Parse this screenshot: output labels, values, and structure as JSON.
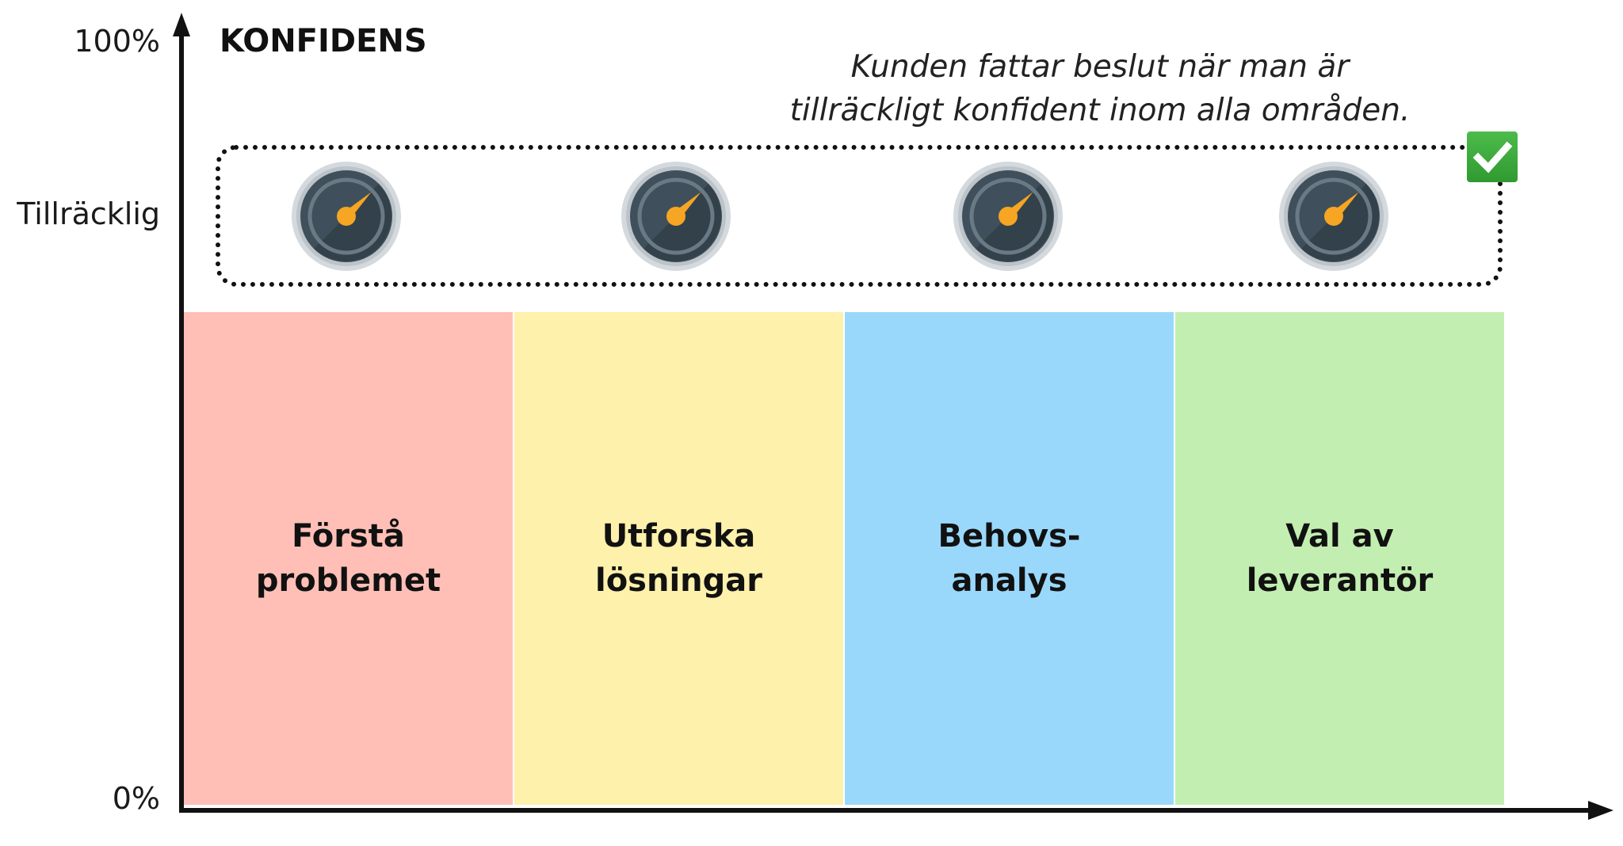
{
  "title": "KONFIDENS",
  "y_axis": {
    "top_label": "100%",
    "mid_label": "Tillräcklig",
    "bottom_label": "0%"
  },
  "note": {
    "line1": "Kunden fattar beslut när man är",
    "line2": "tillräckligt konfident inom alla områden."
  },
  "threshold_box": {
    "check_icon": "check-icon",
    "check_color": "#3DA53D"
  },
  "gauges": [
    {
      "icon": "gauge-icon",
      "level": 0.67
    },
    {
      "icon": "gauge-icon",
      "level": 0.67
    },
    {
      "icon": "gauge-icon",
      "level": 0.67
    },
    {
      "icon": "gauge-icon",
      "level": 0.67
    }
  ],
  "stages": [
    {
      "line1": "Förstå",
      "line2": "problemet",
      "color": "#FFBFB6"
    },
    {
      "line1": "Utforska",
      "line2": "lösningar",
      "color": "#FDF1AC"
    },
    {
      "line1": "Behovs-",
      "line2": "analys",
      "color": "#9AD8FB"
    },
    {
      "line1": "Val av",
      "line2": "leverantör",
      "color": "#C3EEB1"
    }
  ],
  "colors": {
    "axis": "#111111",
    "gauge_face": "#3F505C",
    "gauge_rim": "#D4D9DD",
    "gauge_needle": "#F6A623"
  }
}
